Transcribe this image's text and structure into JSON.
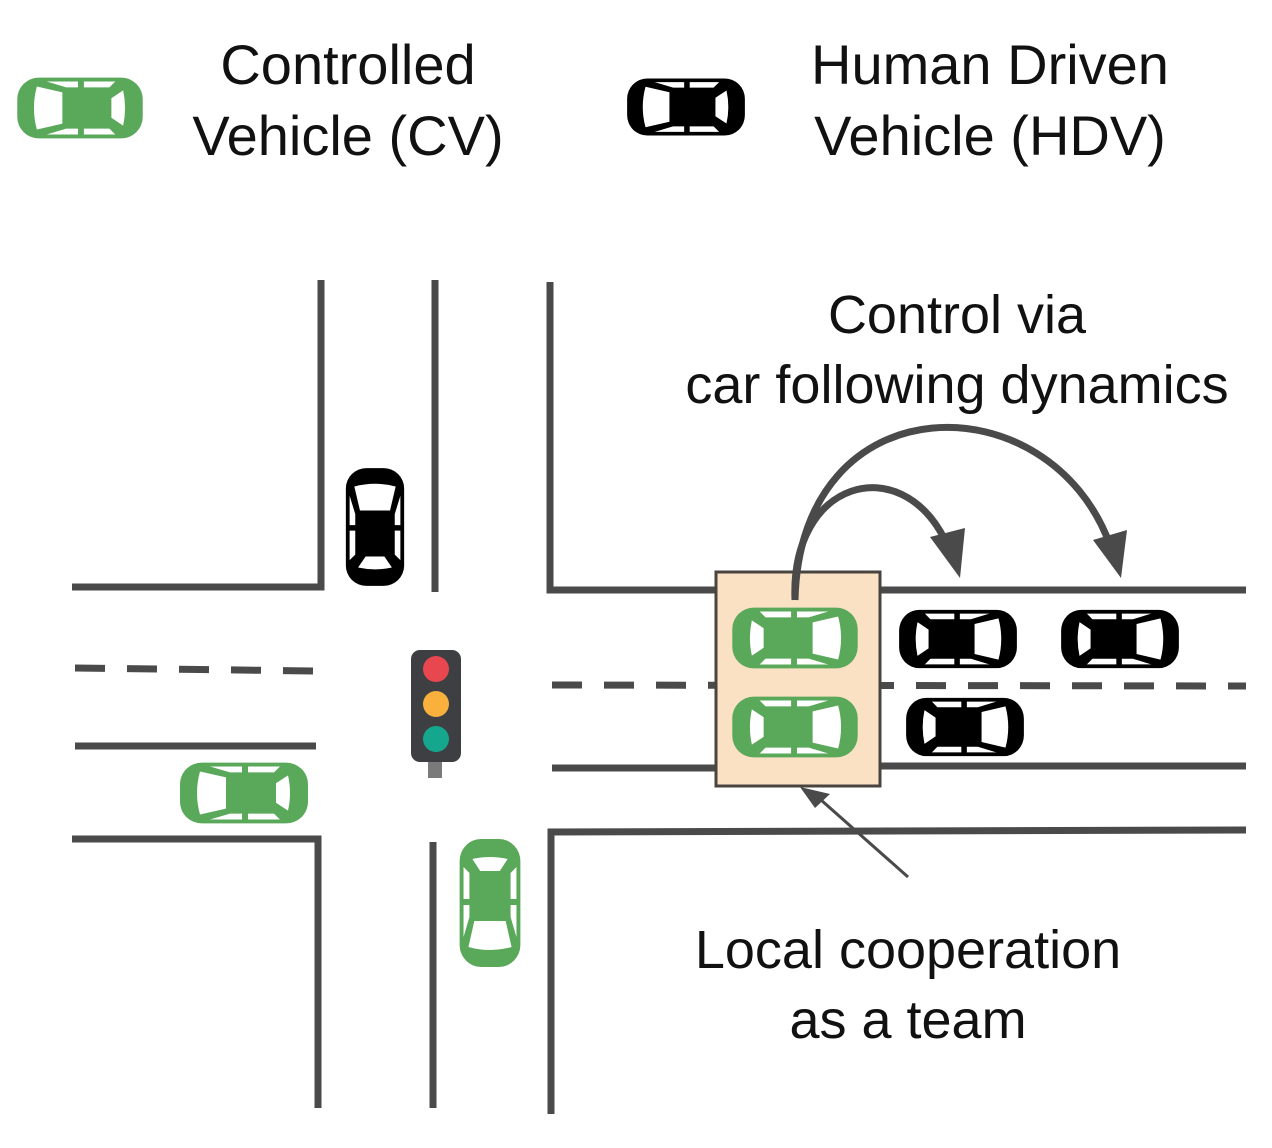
{
  "legend": {
    "cv": {
      "line1": "Controlled",
      "line2": "Vehicle (CV)"
    },
    "hdv": {
      "line1": "Human Driven",
      "line2": "Vehicle (HDV)"
    }
  },
  "annotations": {
    "control": {
      "line1": "Control via",
      "line2": "car following dynamics"
    },
    "team": {
      "line1": "Local cooperation",
      "line2": "as a team"
    }
  },
  "icons": {
    "controlled_vehicle": "car-top-view-green",
    "human_driven_vehicle": "car-top-view-black",
    "traffic_light": "traffic-light-red-amber-green"
  },
  "colors": {
    "cv_green": "#5aa85a",
    "hdv_black": "#000000",
    "road_line": "#4a4a4a",
    "team_box_fill": "#fbe1c4",
    "team_box_border": "#4a4440",
    "arrow": "#4a4a4a",
    "light_housing": "#3d3f42",
    "light_red": "#e8474f",
    "light_amber": "#f9b03c",
    "light_green": "#14a78e",
    "text": "#111111"
  }
}
